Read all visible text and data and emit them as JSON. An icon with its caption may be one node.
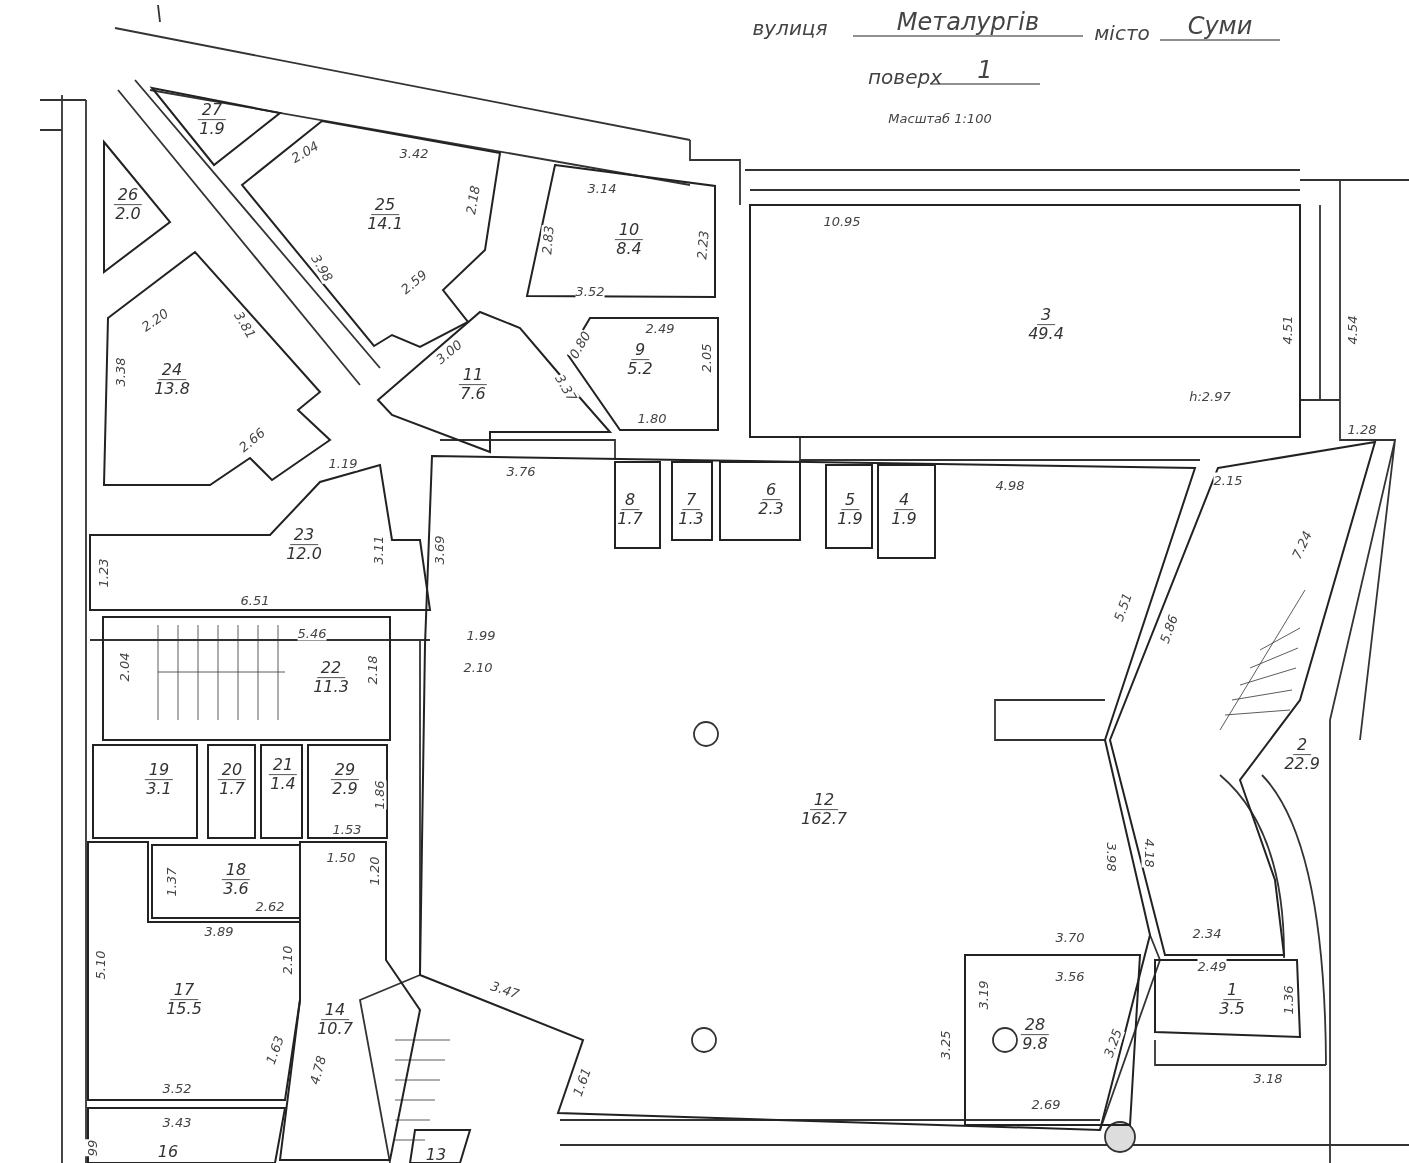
{
  "diagram": {
    "nodes": [
      {
        "text": [
          "27",
          "1.9"
        ]
      },
      {
        "text": [
          "26",
          "2.0"
        ]
      },
      {
        "text": [
          "25",
          "14.1"
        ]
      },
      {
        "text": [
          "10",
          "8.4"
        ]
      },
      {
        "text": [
          "24",
          "13.8"
        ]
      },
      {
        "text": [
          "3",
          "49.4"
        ]
      },
      {
        "text": [
          "9",
          "5.2"
        ]
      },
      {
        "text": [
          "11",
          "7.6"
        ]
      },
      {
        "text": [
          "12",
          "162.7"
        ]
      },
      {
        "text": [
          "8",
          "1.7"
        ],
        "in": 8
      },
      {
        "text": [
          "7",
          "1.3"
        ],
        "in": 8
      },
      {
        "text": [
          "6",
          "2.3"
        ],
        "in": 8
      },
      {
        "text": [
          "5",
          "1.9"
        ],
        "in": 8
      },
      {
        "text": [
          "4",
          "1.9"
        ],
        "in": 8
      },
      {
        "text": [
          "23",
          "12.0"
        ]
      },
      {
        "text": [
          "22",
          "11.3"
        ]
      },
      {
        "text": [
          "2",
          "22.9"
        ]
      },
      {
        "text": [
          "19",
          "3.1"
        ]
      },
      {
        "text": [
          "20",
          "1.7"
        ]
      },
      {
        "text": [
          "21",
          "1.4"
        ]
      },
      {
        "text": [
          "29",
          "2.9"
        ]
      },
      {
        "text": [
          "18",
          "3.6"
        ]
      },
      {
        "text": [
          "17",
          "15.5"
        ]
      },
      {
        "text": [
          "1",
          "3.5"
        ]
      },
      {
        "text": [
          "14",
          "10.7"
        ]
      },
      {
        "text": [
          "28",
          "9.8"
        ],
        "in": 8
      },
      {
        "text": [
          "16"
        ]
      },
      {
        "text": [
          "13"
        ]
      }
    ],
    "labels": [
      "вулиця",
      "Металургів",
      "місто",
      "Суми",
      "поверх",
      "1",
      "Масштаб 1:100",
      "2.04",
      "3.42",
      "3.14",
      "2.18",
      "2.83",
      "2.23",
      "10.95",
      "3.98",
      "2.59",
      "3.52",
      "2.20",
      "3.81",
      "3.00",
      "0.80",
      "2.49",
      "4.51",
      "4.54",
      "3.38",
      "3.37",
      "2.05",
      "h:2.97",
      "1.80",
      "2.66",
      "1.28",
      "1.19",
      "3.76",
      "2.15",
      "4.98",
      "3.11",
      "3.69",
      "7.24",
      "1.23",
      "5.51",
      "5.86",
      "6.51",
      "5.46",
      "1.99",
      "2.04",
      "2.18",
      "2.10",
      "1.86",
      "1.53",
      "1.50",
      "1.37",
      "1.20",
      "2.62",
      "3.98",
      "4.18",
      "3.89",
      "2.34",
      "3.70",
      "2.10",
      "2.49",
      "3.56",
      "5.10",
      "3.47",
      "3.19",
      "1.36",
      "1.63",
      "4.78",
      "1.61",
      "3.25",
      "3.25",
      "3.18",
      "3.52",
      "2.69",
      "3.43",
      "99"
    ]
  }
}
